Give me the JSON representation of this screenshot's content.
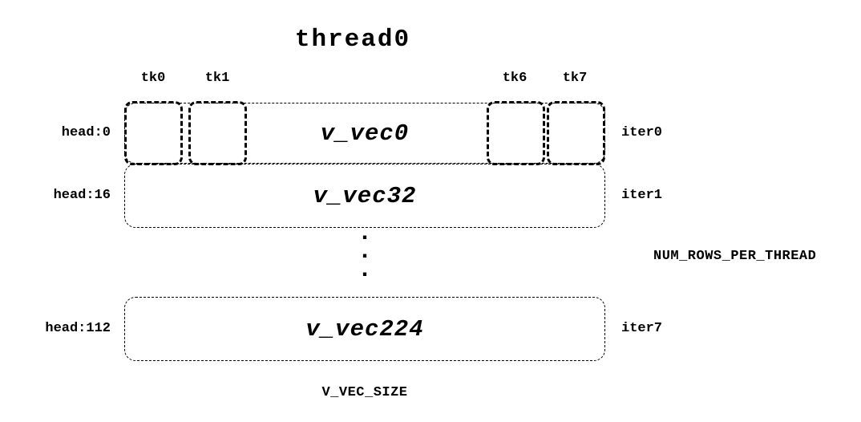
{
  "title": "thread0",
  "ticks": [
    "tk0",
    "tk1",
    "tk6",
    "tk7"
  ],
  "rows": [
    {
      "head": "head:0",
      "vec": "v_vec0",
      "iter": "iter0"
    },
    {
      "head": "head:16",
      "vec": "v_vec32",
      "iter": "iter1"
    },
    {
      "head": "head:112",
      "vec": "v_vec224",
      "iter": "iter7"
    }
  ],
  "ellipsis": [
    ".",
    ".",
    "."
  ],
  "side_label": "NUM_ROWS_PER_THREAD",
  "bottom_label": "V_VEC_SIZE",
  "colors": {
    "ink": "#000000",
    "background": "#ffffff"
  }
}
